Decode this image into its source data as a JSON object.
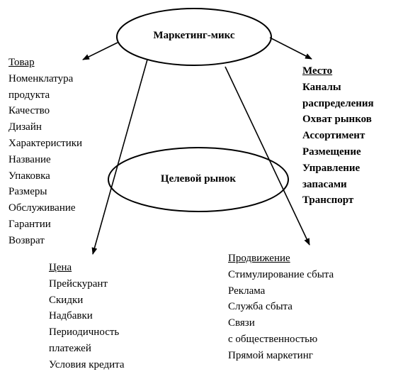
{
  "center": {
    "label": "Маркетинг-микс"
  },
  "inner": {
    "label": "Целевой рынок"
  },
  "product": {
    "heading": "Товар",
    "items": [
      "Номенклатура",
      "продукта",
      "Качество",
      "Дизайн",
      "Характеристики",
      "Название",
      "Упаковка",
      "Размеры",
      "Обслуживание",
      "Гарантии",
      "Возврат"
    ]
  },
  "place": {
    "heading": "Место",
    "items": [
      "Каналы",
      "распределения",
      "Охват рынков",
      "Ассортимент",
      "Размещение",
      "Управление",
      "запасами",
      "Транспорт"
    ]
  },
  "price": {
    "heading": "Цена",
    "items": [
      "Прейскурант",
      "Скидки",
      "Надбавки",
      "Периодичность",
      "платежей",
      "Условия кредита"
    ]
  },
  "promotion": {
    "heading": "Продвижение",
    "items": [
      "Стимулирование сбыта",
      "Реклама",
      "Служба сбыта",
      "Связи",
      "с общественностью",
      "Прямой маркетинг"
    ]
  }
}
